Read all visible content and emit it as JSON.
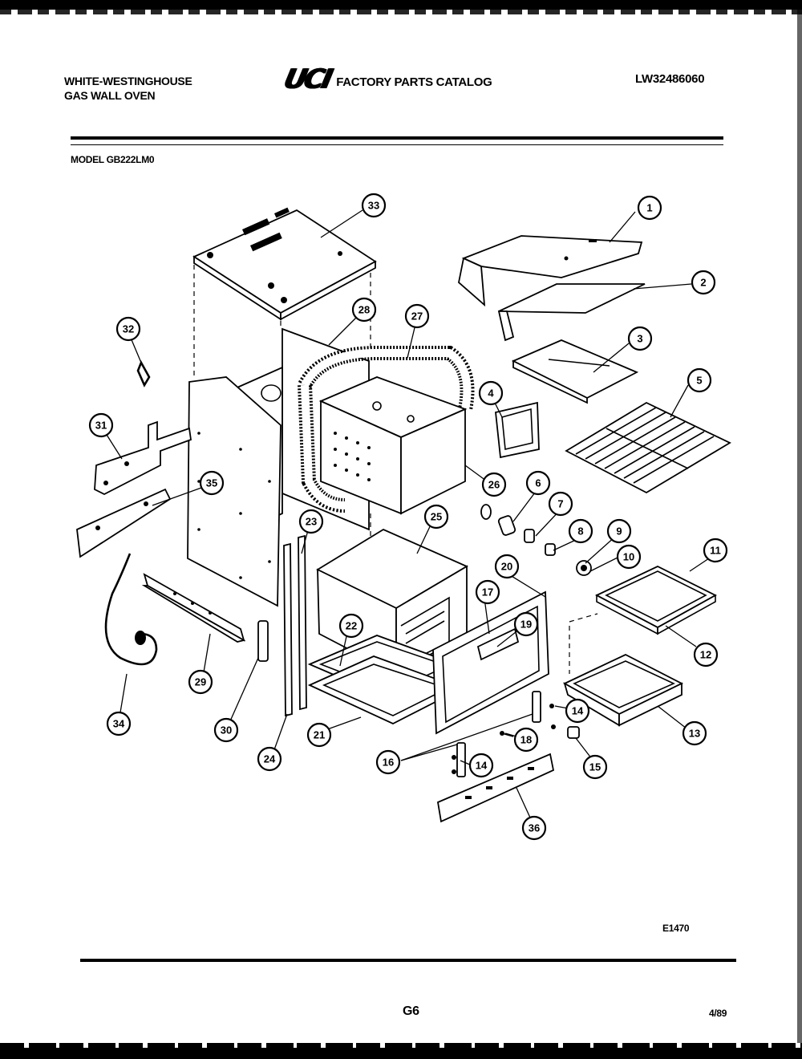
{
  "header": {
    "brand_line1": "WHITE-WESTINGHOUSE",
    "brand_line2": "GAS WALL OVEN",
    "logo": "UCI",
    "catalog_title": "FACTORY PARTS CATALOG",
    "catalog_number": "LW32486060",
    "model": "MODEL GB222LM0"
  },
  "diagram": {
    "reference": "E1470",
    "callouts": [
      "1",
      "2",
      "3",
      "4",
      "5",
      "6",
      "7",
      "8",
      "9",
      "10",
      "11",
      "12",
      "13",
      "14",
      "14",
      "15",
      "16",
      "17",
      "18",
      "19",
      "20",
      "21",
      "22",
      "23",
      "24",
      "25",
      "26",
      "27",
      "28",
      "29",
      "30",
      "31",
      "32",
      "33",
      "34",
      "35",
      "36"
    ]
  },
  "footer": {
    "page": "G6",
    "date": "4/89"
  }
}
